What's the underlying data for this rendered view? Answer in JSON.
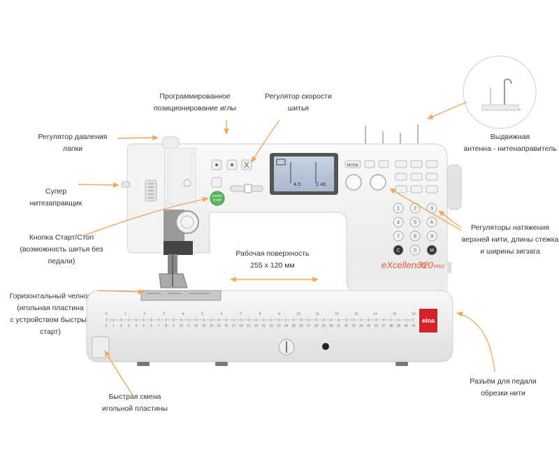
{
  "labels": {
    "needle_position": [
      "Программированное",
      "позиционирование иглы"
    ],
    "speed_regulator": [
      "Регулятор скорости",
      "шитья"
    ],
    "presser_pressure": [
      "Регулятор давления",
      "лапки"
    ],
    "threader": [
      "Супер",
      "нитезаправщик"
    ],
    "start_stop": [
      "Кнопка Старт/Стоп",
      "(возможность шитья без педали)"
    ],
    "work_surface": [
      "Рабочая поверхность",
      "255 х 120 мм"
    ],
    "hook": [
      "Горизонтальный челнок",
      "(игольная пластина",
      "с устройством быстрый",
      "старт)"
    ],
    "needle_plate_change": [
      "Быстрая смена",
      "игольной пластины"
    ],
    "antenna": [
      "Выдвижная",
      "антенна - нитенаправитель"
    ],
    "tension_regulators": [
      "Регуляторы натяжения",
      "верхней нити, длины стежка",
      "и ширины зигзага"
    ],
    "pedal_connector": [
      "Разъём для педали",
      "обрезки нити"
    ]
  },
  "machine": {
    "brand": "elna",
    "model_prefix": "eXcellence",
    "model_number": "720",
    "model_suffix": "PRO",
    "lcd_values": [
      "4.5",
      "2.40"
    ],
    "start_stop_label": [
      "START",
      "STOP"
    ],
    "mode_label": "MODE",
    "ruler_top": [
      "0",
      "1",
      "2",
      "3",
      "4",
      "5",
      "6",
      "7",
      "8",
      "9",
      "10",
      "11",
      "12",
      "13",
      "14",
      "15",
      "16"
    ],
    "ruler_bottom": [
      "0",
      "1",
      "2",
      "3",
      "4",
      "5",
      "6",
      "7",
      "8",
      "9",
      "10",
      "11",
      "12",
      "13",
      "14",
      "15",
      "16",
      "17",
      "18",
      "19",
      "20",
      "21",
      "22",
      "23",
      "24",
      "25",
      "26",
      "27",
      "28",
      "29",
      "30",
      "31",
      "32",
      "33",
      "34",
      "35",
      "36",
      "37",
      "38",
      "39",
      "40",
      "41"
    ],
    "keypad": [
      "1",
      "2",
      "3",
      "4",
      "5",
      "6",
      "7",
      "8",
      "9",
      "C",
      "0",
      "M"
    ]
  },
  "colors": {
    "arrow": "#f0a860",
    "brand_red": "#d2232a",
    "lcd": "#b8c6d8",
    "start_button": "#5cb85c"
  }
}
